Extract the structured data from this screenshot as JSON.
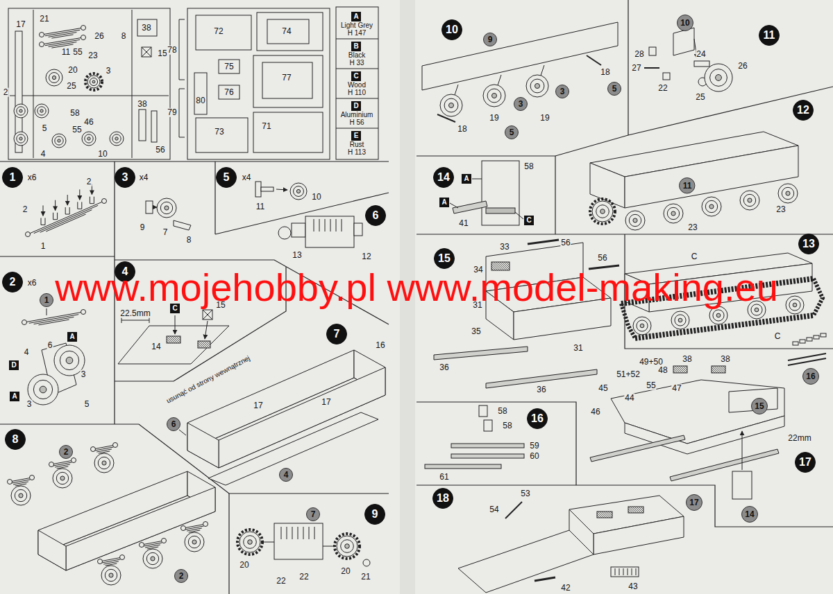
{
  "diagram": {
    "nodes": [
      {
        "text": [
          "A"
        ]
      },
      {
        "text": [
          "B"
        ]
      },
      {
        "text": [
          "C"
        ]
      },
      {
        "text": [
          "D"
        ]
      },
      {
        "text": [
          "E"
        ]
      },
      {
        "text": [
          "1"
        ]
      },
      {
        "text": [
          "3"
        ]
      },
      {
        "text": [
          "5"
        ]
      },
      {
        "text": [
          "6"
        ]
      },
      {
        "text": [
          "2"
        ]
      },
      {
        "text": [
          "1"
        ]
      },
      {
        "text": [
          "A"
        ]
      },
      {
        "text": [
          "D"
        ]
      },
      {
        "text": [
          "A"
        ]
      },
      {
        "text": [
          "4"
        ]
      },
      {
        "text": [
          "C"
        ]
      },
      {
        "text": [
          "7"
        ]
      },
      {
        "text": [
          "6"
        ]
      },
      {
        "text": [
          "4"
        ]
      },
      {
        "text": [
          "8"
        ]
      },
      {
        "text": [
          "2"
        ]
      },
      {
        "text": [
          "2"
        ]
      },
      {
        "text": [
          "9"
        ]
      },
      {
        "text": [
          "7"
        ]
      },
      {
        "text": [
          "10"
        ]
      },
      {
        "text": [
          "9"
        ]
      },
      {
        "text": [
          "3"
        ]
      },
      {
        "text": [
          "5"
        ]
      },
      {
        "text": [
          "3"
        ]
      },
      {
        "text": [
          "5"
        ]
      },
      {
        "text": [
          "11"
        ]
      },
      {
        "text": [
          "10"
        ]
      },
      {
        "text": [
          "12"
        ]
      },
      {
        "text": [
          "11"
        ]
      },
      {
        "text": [
          "14"
        ]
      },
      {
        "text": [
          "A"
        ]
      },
      {
        "text": [
          "A"
        ]
      },
      {
        "text": [
          "C"
        ]
      },
      {
        "text": [
          "13"
        ]
      },
      {
        "text": [
          "15"
        ]
      },
      {
        "text": [
          "16"
        ]
      },
      {
        "text": [
          "17"
        ]
      },
      {
        "text": [
          "16"
        ]
      },
      {
        "text": [
          "15"
        ]
      },
      {
        "text": [
          "14"
        ]
      },
      {
        "text": [
          "18"
        ]
      },
      {
        "text": [
          "17"
        ]
      }
    ],
    "labels": [
      "17",
      "21",
      "26",
      "8",
      "38",
      "11",
      "55",
      "23",
      "15",
      "20",
      "3",
      "25",
      "2",
      "58",
      "46",
      "38",
      "5",
      "55",
      "4",
      "10",
      "56",
      "78",
      "72",
      "74",
      "75",
      "77",
      "76",
      "80",
      "79",
      "73",
      "71",
      "Light Grey",
      "H 147",
      "Black",
      "H 33",
      "Wood",
      "H 110",
      "Aluminium",
      "H 56",
      "Rust",
      "H 113",
      "x6",
      "2",
      "2",
      "1",
      "x4",
      "9",
      "7",
      "8",
      "x4",
      "11",
      "10",
      "13",
      "12",
      "x6",
      "6",
      "4",
      "3",
      "3",
      "5",
      "15",
      "22.5mm",
      "14",
      "16",
      "usunąć od strony wewnątrznej",
      "17",
      "17",
      "20",
      "22",
      "22",
      "20",
      "21",
      "18",
      "18",
      "19",
      "19",
      "28",
      "24",
      "27",
      "22",
      "26",
      "25",
      "23",
      "23",
      "58",
      "41",
      "C",
      "C",
      "33",
      "56",
      "56",
      "34",
      "31",
      "35",
      "31",
      "36",
      "36",
      "58",
      "58",
      "59",
      "60",
      "61",
      "49+50",
      "38",
      "38",
      "51+52",
      "48",
      "47",
      "55",
      "45",
      "44",
      "46",
      "22mm",
      "54",
      "53",
      "43",
      "42",
      "www.mojehobby.pl www.model-making.eu"
    ]
  }
}
